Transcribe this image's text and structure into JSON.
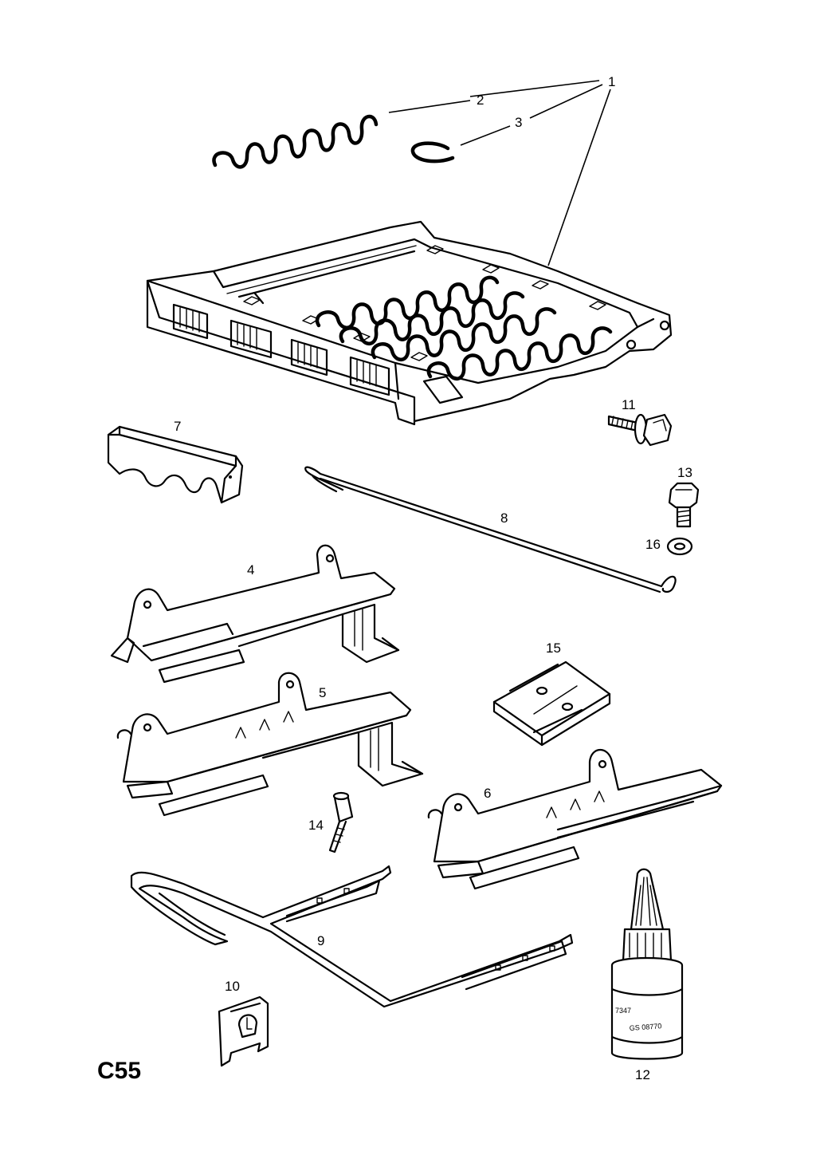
{
  "diagram_code": "C55",
  "callouts": {
    "c1": "1",
    "c2": "2",
    "c3": "3",
    "c4": "4",
    "c5": "5",
    "c6": "6",
    "c7": "7",
    "c8": "8",
    "c9": "9",
    "c10": "10",
    "c11": "11",
    "c12": "12",
    "c13": "13",
    "c14": "14",
    "c15": "15",
    "c16": "16"
  },
  "bottle_label": {
    "line1": "7347",
    "line2": "GS 08770"
  }
}
